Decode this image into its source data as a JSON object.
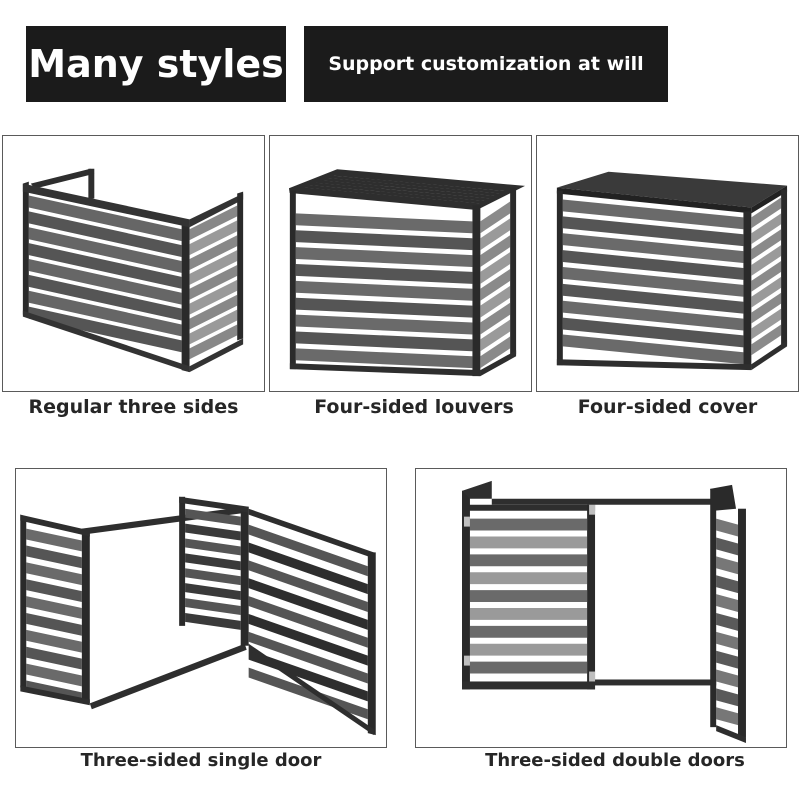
{
  "header": {
    "title": "Many styles",
    "subtitle": "Support customization at will"
  },
  "products": [
    {
      "caption": "Regular three sides"
    },
    {
      "caption": "Four-sided louvers"
    },
    {
      "caption": "Four-sided cover"
    },
    {
      "caption": "Three-sided single door"
    },
    {
      "caption": "Three-sided double doors"
    }
  ],
  "colors": {
    "banner": "#1b1b1b",
    "frame": "#2e2e2e",
    "louver": "#555555",
    "louver_light": "#9a9a9a"
  }
}
